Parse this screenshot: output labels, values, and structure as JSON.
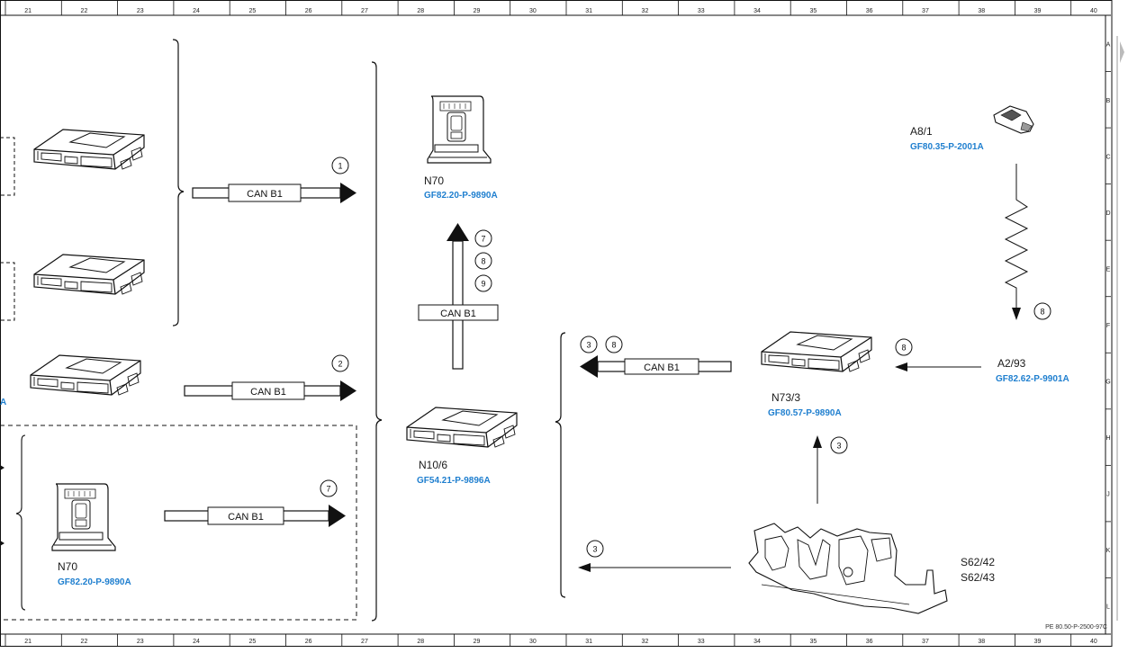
{
  "grid": {
    "columns": [
      "21",
      "22",
      "23",
      "24",
      "25",
      "26",
      "27",
      "28",
      "29",
      "30",
      "31",
      "32",
      "33",
      "34",
      "35",
      "36",
      "37",
      "38",
      "39",
      "40"
    ],
    "rows": [
      "A",
      "B",
      "C",
      "D",
      "E",
      "F",
      "G",
      "H",
      "J",
      "K",
      "L"
    ]
  },
  "components": {
    "n70_top": {
      "code": "N70",
      "ref": "GF82.20-P-9890A"
    },
    "n70_bottom": {
      "code": "N70",
      "ref": "GF82.20-P-9890A"
    },
    "n10_6": {
      "code": "N10/6",
      "ref": "GF54.21-P-9896A"
    },
    "n73_3": {
      "code": "N73/3",
      "ref": "GF80.57-P-9890A"
    },
    "a8_1": {
      "code": "A8/1",
      "ref": "GF80.35-P-2001A"
    },
    "a2_93": {
      "code": "A2/93",
      "ref": "GF82.62-P-9901A"
    },
    "s62": {
      "code_1": "S62/42",
      "code_2": "S62/43"
    },
    "left_cut_ref": "A"
  },
  "bus_label": "CAN B1",
  "signals": {
    "arrow_1": "1",
    "arrow_2": "2",
    "arrow_7_left": "7",
    "arrow_up": [
      "7",
      "8",
      "9"
    ],
    "arrow_n73": [
      "3",
      "8"
    ],
    "arrow_a293": "8",
    "arrow_a81": "8",
    "arrow_s62_up": "3",
    "arrow_s62_left": "3"
  },
  "footer": "PE 80.50-P-2500-97C"
}
